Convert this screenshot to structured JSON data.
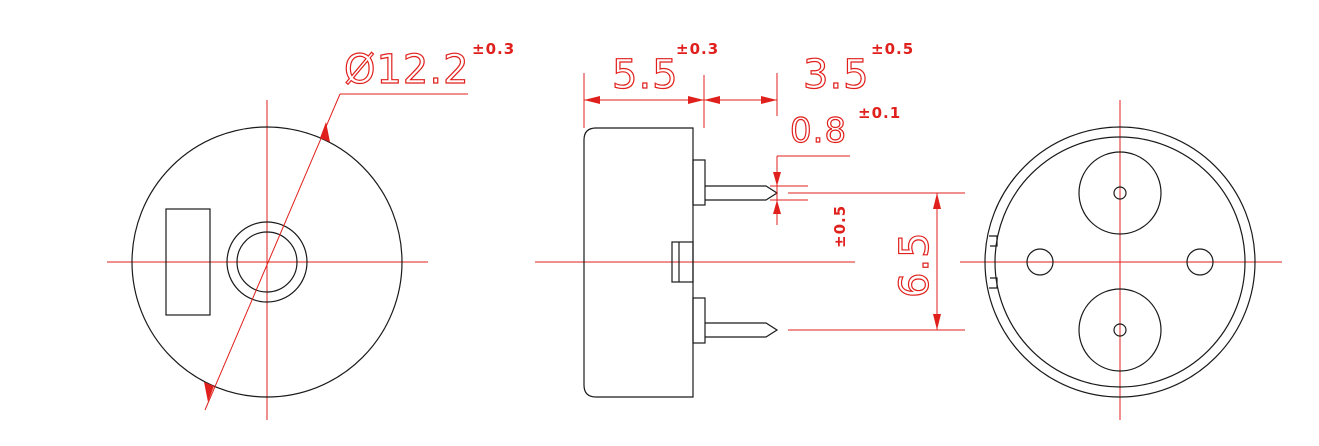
{
  "dimensions": {
    "diameter": {
      "value": "Ø12.2",
      "tolerance": "±0.3"
    },
    "body_depth": {
      "value": "5.5",
      "tolerance": "±0.3"
    },
    "pin_length": {
      "value": "3.5",
      "tolerance": "±0.5"
    },
    "pin_width": {
      "value": "0.8",
      "tolerance": "±0.1"
    },
    "pin_thickness": {
      "tolerance": "±0.5"
    },
    "pin_spacing": {
      "value": "6.5"
    }
  },
  "colors": {
    "outline": "#1a1a1a",
    "dimension": "#e0201c",
    "background": "#ffffff"
  }
}
